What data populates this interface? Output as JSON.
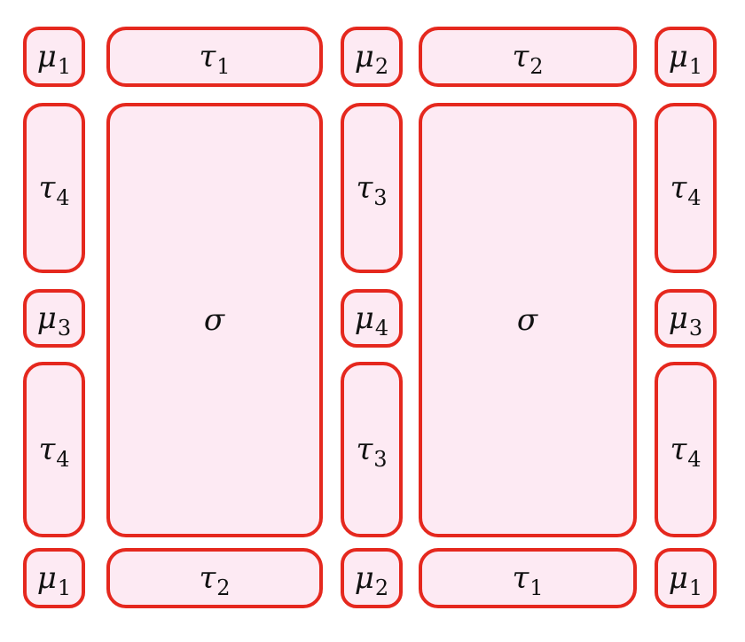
{
  "colors": {
    "border": "#e5281e",
    "fill": "#fdeaf3",
    "text": "#111111"
  },
  "cells": [
    {
      "sym": "μ",
      "sub": "1"
    },
    {
      "sym": "τ",
      "sub": "1"
    },
    {
      "sym": "μ",
      "sub": "2"
    },
    {
      "sym": "τ",
      "sub": "2"
    },
    {
      "sym": "μ",
      "sub": "1"
    },
    {
      "sym": "τ",
      "sub": "4"
    },
    {
      "sym": "σ",
      "sub": ""
    },
    {
      "sym": "τ",
      "sub": "3"
    },
    {
      "sym": "σ",
      "sub": ""
    },
    {
      "sym": "τ",
      "sub": "4"
    },
    {
      "sym": "μ",
      "sub": "3"
    },
    {
      "sym": "μ",
      "sub": "4"
    },
    {
      "sym": "μ",
      "sub": "3"
    },
    {
      "sym": "τ",
      "sub": "4"
    },
    {
      "sym": "τ",
      "sub": "3"
    },
    {
      "sym": "τ",
      "sub": "4"
    },
    {
      "sym": "μ",
      "sub": "1"
    },
    {
      "sym": "τ",
      "sub": "2"
    },
    {
      "sym": "μ",
      "sub": "2"
    },
    {
      "sym": "τ",
      "sub": "1"
    },
    {
      "sym": "μ",
      "sub": "1"
    }
  ]
}
